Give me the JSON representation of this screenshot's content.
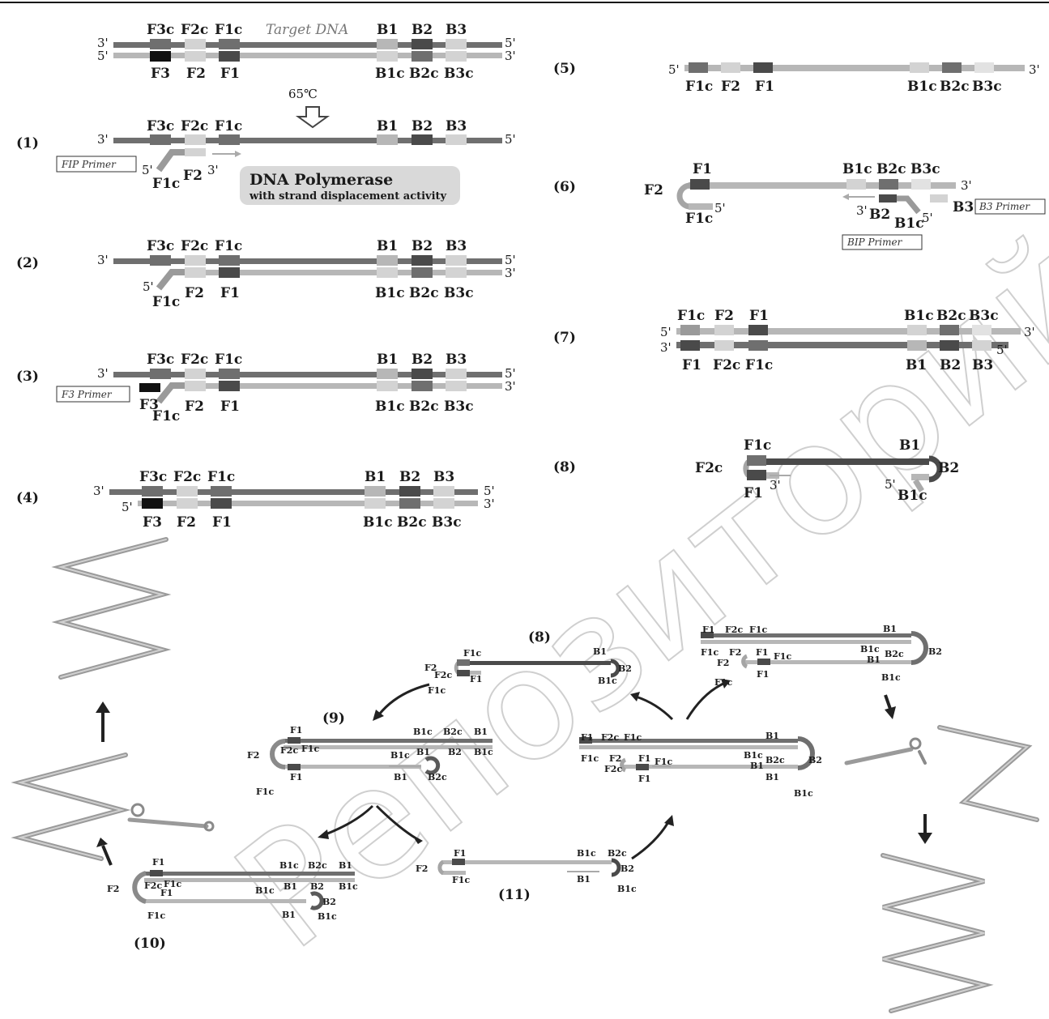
{
  "watermark": "Репозиторий КарГУ",
  "target_label": "Target DNA",
  "temperature": "65℃",
  "polymerase": {
    "title": "DNA Polymerase",
    "subtitle": "with strand displacement activity"
  },
  "primers": {
    "fip": "FIP Primer",
    "f3": "F3 Primer",
    "b3": "B3 Primer",
    "bip": "BIP Primer"
  },
  "steps": [
    "(1)",
    "(2)",
    "(3)",
    "(4)",
    "(5)",
    "(6)",
    "(7)",
    "(8)",
    "(9)",
    "(10)",
    "(11)"
  ],
  "ends": {
    "five": "5'",
    "three": "3'"
  },
  "regions": {
    "F3c": "F3c",
    "F2c": "F2c",
    "F1c": "F1c",
    "B1": "B1",
    "B2": "B2",
    "B3": "B3",
    "F3": "F3",
    "F2": "F2",
    "F1": "F1",
    "B1c": "B1c",
    "B2c": "B2c",
    "B3c": "B3c"
  },
  "colors": {
    "dark_strand": "#6f6f6f",
    "light_strand": "#b7b7b7",
    "region_dark": "#4a4a4a",
    "region_light": "#d3d3d3",
    "black": "#111111"
  }
}
